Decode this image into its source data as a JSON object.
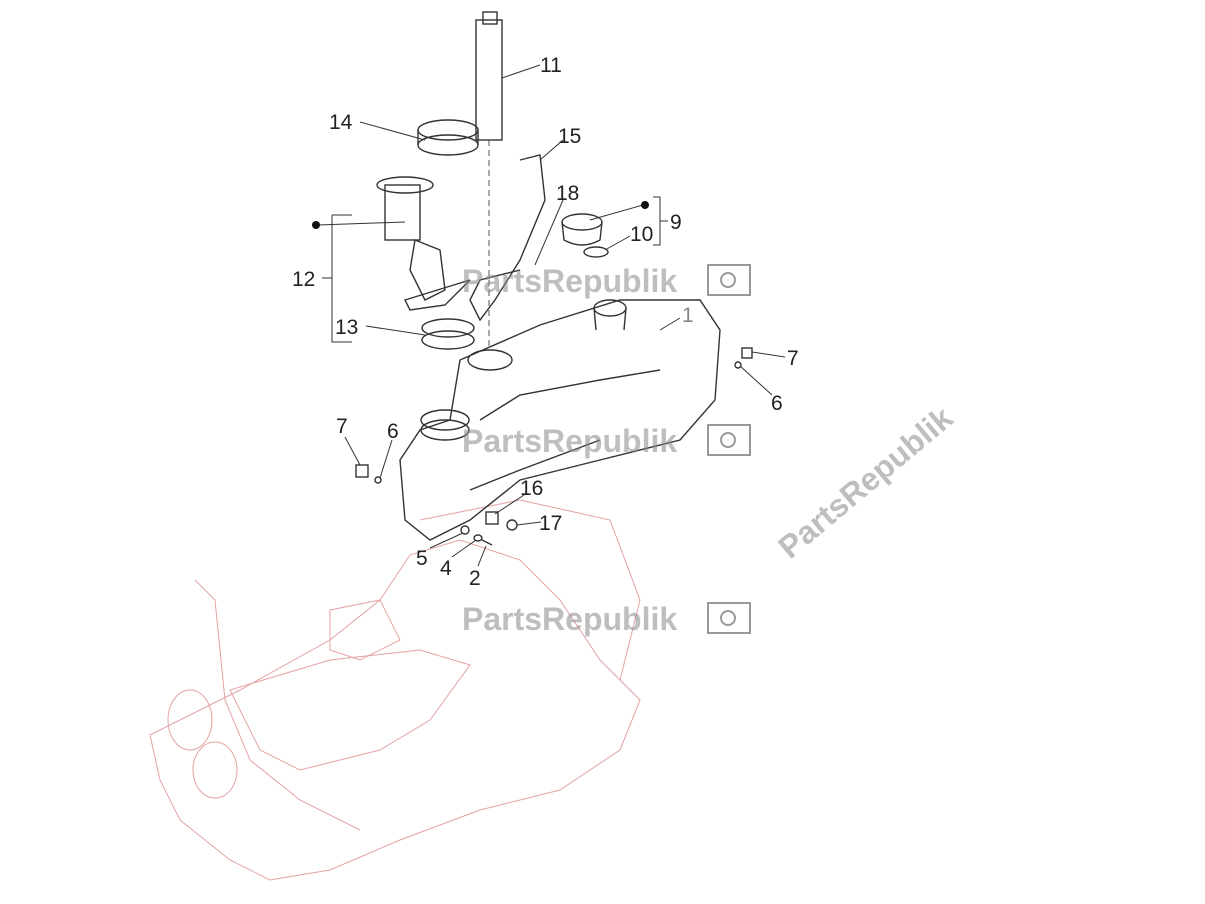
{
  "diagram": {
    "callouts": [
      {
        "id": "c11",
        "label": "11"
      },
      {
        "id": "c14",
        "label": "14"
      },
      {
        "id": "c15",
        "label": "15"
      },
      {
        "id": "c18",
        "label": "18"
      },
      {
        "id": "c9",
        "label": "9"
      },
      {
        "id": "c10",
        "label": "10"
      },
      {
        "id": "c12",
        "label": "12"
      },
      {
        "id": "c13",
        "label": "13"
      },
      {
        "id": "c7a",
        "label": "7"
      },
      {
        "id": "c6a",
        "label": "6"
      },
      {
        "id": "c7b",
        "label": "7"
      },
      {
        "id": "c6b",
        "label": "6"
      },
      {
        "id": "c16",
        "label": "16"
      },
      {
        "id": "c17",
        "label": "17"
      },
      {
        "id": "c5",
        "label": "5"
      },
      {
        "id": "c4",
        "label": "4"
      },
      {
        "id": "c2",
        "label": "2"
      },
      {
        "id": "c1",
        "label": "1"
      }
    ],
    "watermark": "PartsRepublik"
  }
}
